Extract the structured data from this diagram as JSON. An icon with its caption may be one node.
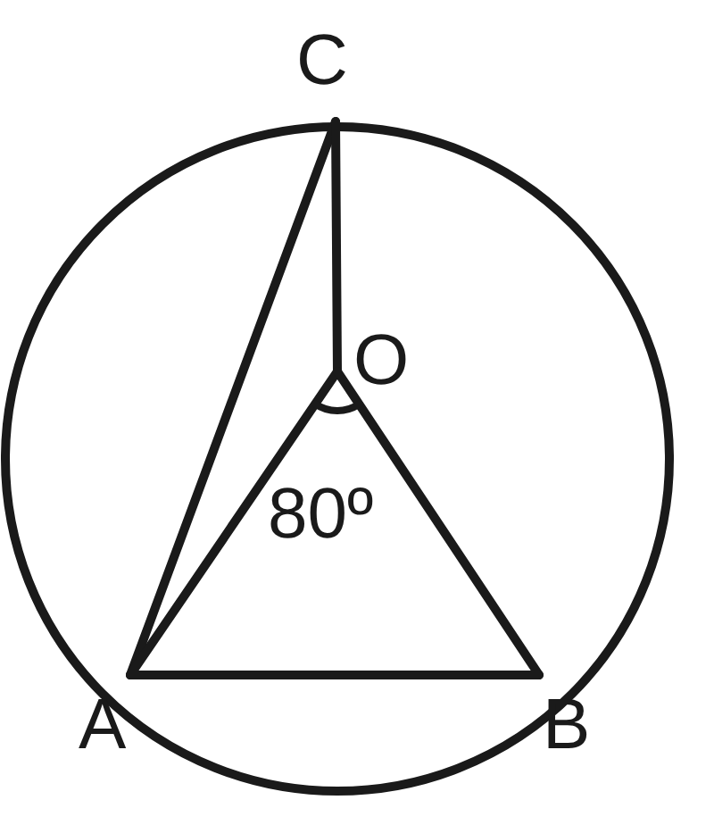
{
  "diagram": {
    "labels": [
      "C",
      "O",
      "80º",
      "A",
      "B"
    ]
  }
}
